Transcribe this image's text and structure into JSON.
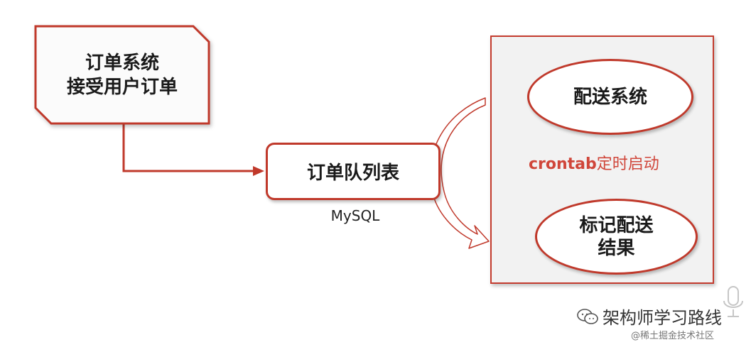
{
  "nodes": {
    "order_system": {
      "line1": "订单系统",
      "line2": "接受用户订单"
    },
    "queue_table": {
      "label": "订单队列表",
      "caption": "MySQL"
    },
    "delivery_system": {
      "label": "配送系统"
    },
    "crontab": {
      "prefix": "crontab",
      "suffix": "定时启动"
    },
    "mark_result": {
      "line1": "标记配送",
      "line2": "结果"
    }
  },
  "watermark": {
    "text": "架构师学习路线",
    "sub": "@稀土掘金技术社区"
  },
  "colors": {
    "border": "#c0392b",
    "panel_bg": "#f2f2f2",
    "accent_text": "#d0463a"
  },
  "icons": [
    "wechat-icon",
    "microphone-icon"
  ]
}
